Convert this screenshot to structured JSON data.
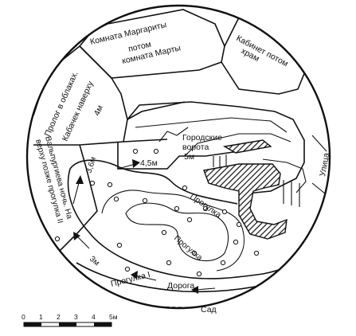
{
  "labels": {
    "room_margarita_1": "Комната Маргариты",
    "room_margarita_2": "потом",
    "room_margarita_3": "комната Марты",
    "cabinet_1": "Кабинет потом",
    "cabinet_2": "храм",
    "prologue_1": "Пролог в облаках.",
    "prologue_2": "Кабачек наверху",
    "prologue_3": "4м",
    "walpurgis_1": "Вальпургиева ночь. На",
    "walpurgis_2": "верху позже прогулка II",
    "city_gate_1": "Городские",
    "city_gate_2": "ворота",
    "city_gate_3": "5м",
    "height_45": "4,5м",
    "height_36": "3,6м",
    "height_3": "3м",
    "walk_1": "Прогулка",
    "walk_2": "Прогулка",
    "walk_3": "Прогулка I",
    "road": "Дорога",
    "garden": "Сад",
    "street": "Улица"
  },
  "scale": {
    "ticks": [
      "0",
      "1",
      "2",
      "3",
      "4",
      "5м"
    ]
  }
}
